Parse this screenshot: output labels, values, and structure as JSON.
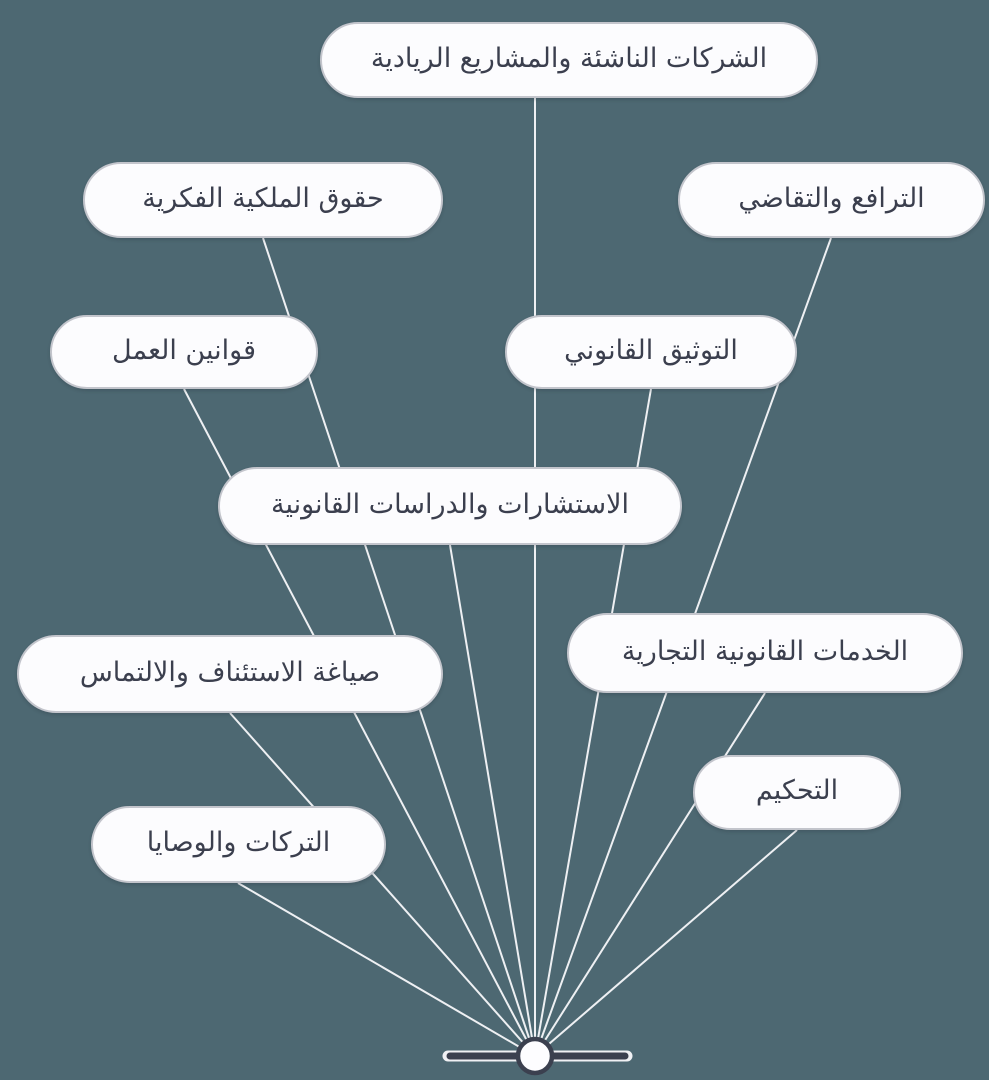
{
  "colors": {
    "background": "#4d6872",
    "pill_fill": "#fcfcfe",
    "pill_border": "#c3c5cc",
    "pill_text": "#3b3f4e",
    "connector_line": "#eef0f3",
    "node_accent": "#3b404f"
  },
  "diagram": {
    "type": "mindmap",
    "language": "ar",
    "root_label": "",
    "branches": [
      {
        "id": "startups",
        "label": "الشركات الناشئة والمشاريع الريادية"
      },
      {
        "id": "ip-rights",
        "label": "حقوق الملكية الفكرية"
      },
      {
        "id": "litigation",
        "label": "الترافع والتقاضي"
      },
      {
        "id": "labor-laws",
        "label": "قوانين العمل"
      },
      {
        "id": "legal-documentation",
        "label": "التوثيق القانوني"
      },
      {
        "id": "legal-consultations",
        "label": "الاستشارات والدراسات القانونية"
      },
      {
        "id": "appeals-drafting",
        "label": "صياغة الاستئناف والالتماس"
      },
      {
        "id": "commercial-legal",
        "label": "الخدمات القانونية التجارية"
      },
      {
        "id": "arbitration",
        "label": "التحكيم"
      },
      {
        "id": "estates-wills",
        "label": "التركات والوصايا"
      }
    ]
  }
}
